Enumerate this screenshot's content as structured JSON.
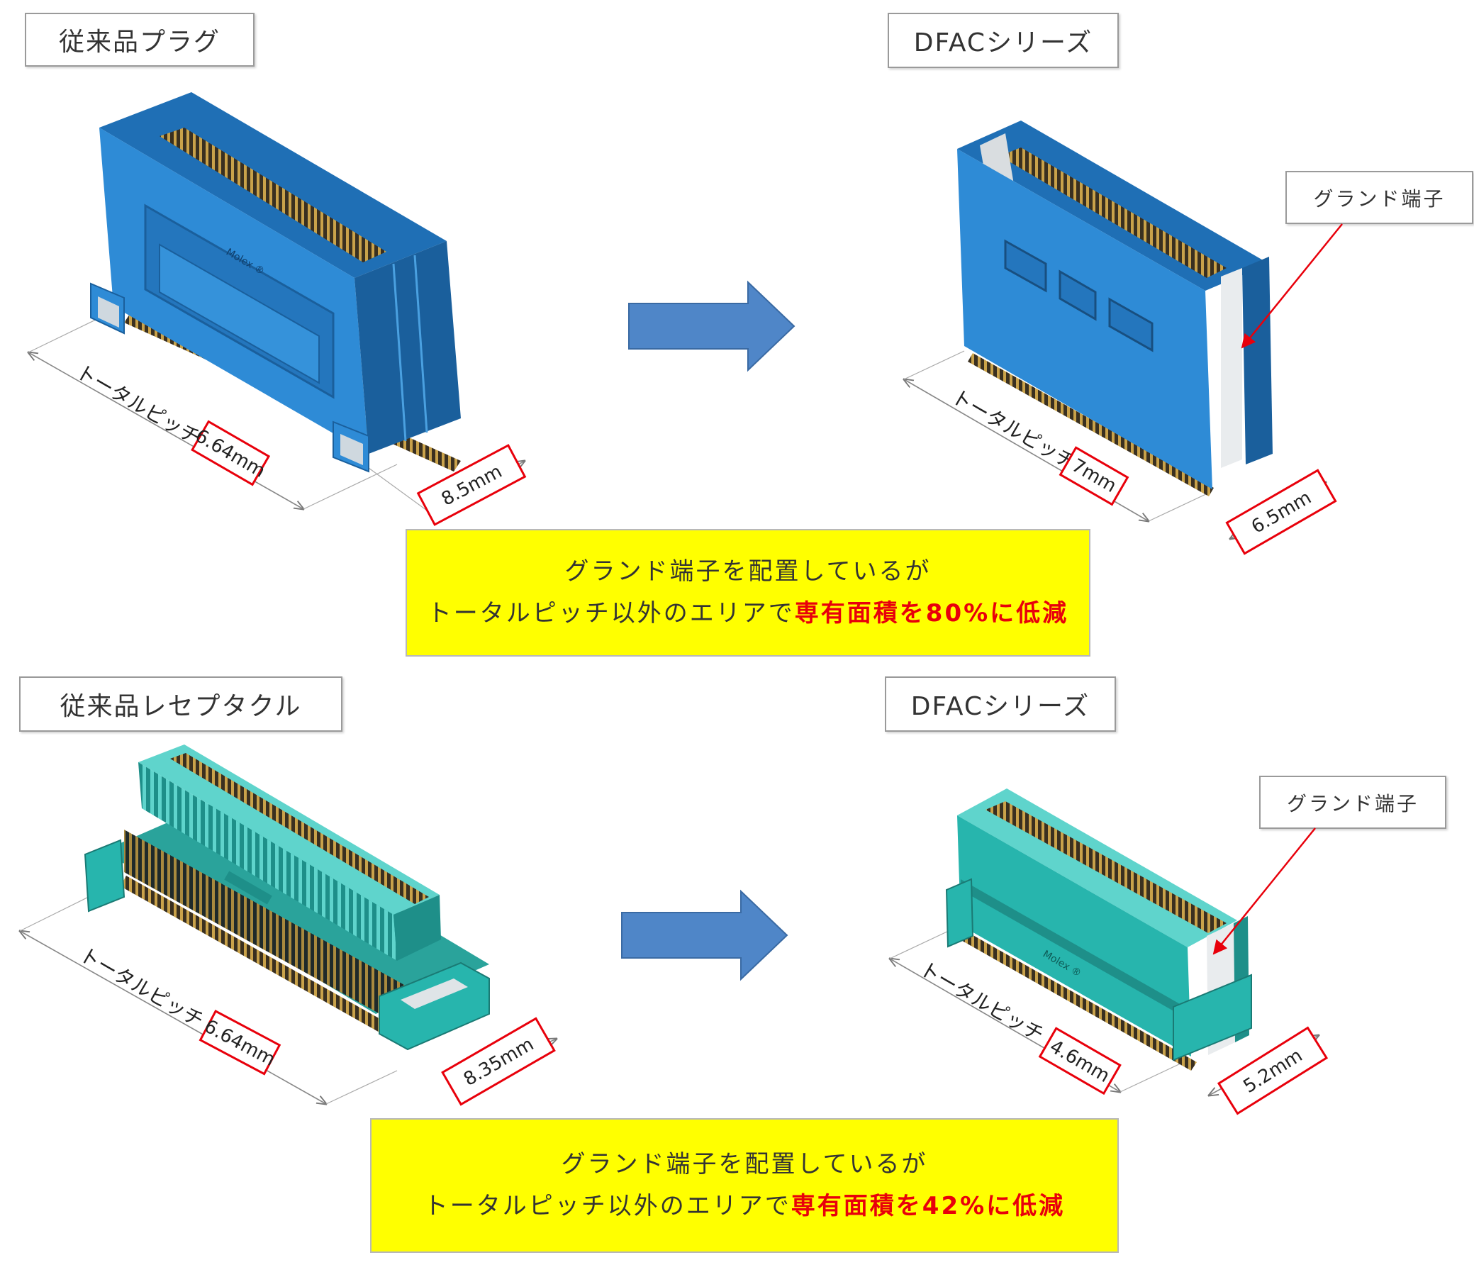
{
  "panels": {
    "plug_conventional": {
      "title": "従来品プラグ",
      "pitch_label": "トータルピッチ +",
      "pitch_value": "6.64mm",
      "depth_value": "8.5mm"
    },
    "plug_dfac": {
      "title": "DFACシリーズ",
      "ground_label": "グランド端子",
      "pitch_label": "トータルピッチ +",
      "pitch_value": "7mm",
      "depth_value": "6.5mm"
    },
    "receptacle_conventional": {
      "title": "従来品レセプタクル",
      "pitch_label": "トータルピッチ +",
      "pitch_value": "6.64mm",
      "depth_value": "8.35mm"
    },
    "receptacle_dfac": {
      "title": "DFACシリーズ",
      "ground_label": "グランド端子",
      "pitch_label": "トータルピッチ +",
      "pitch_value": "4.6mm",
      "depth_value": "5.2mm"
    }
  },
  "notes": {
    "plug": {
      "line1": "グランド端子を配置しているが",
      "line2_prefix": "トータルピッチ以外のエリアで",
      "line2_highlight": "専有面積を80%に低減"
    },
    "receptacle": {
      "line1": "グランド端子を配置しているが",
      "line2_prefix": "トータルピッチ以外のエリアで",
      "line2_highlight": "専有面積を42%に低減"
    }
  },
  "colors": {
    "plug_body": "#2e8bd6",
    "receptacle_body": "#27b5ad",
    "arrow": "#4f86c8",
    "highlight": "#ffff00",
    "annotation": "#e8000b"
  }
}
